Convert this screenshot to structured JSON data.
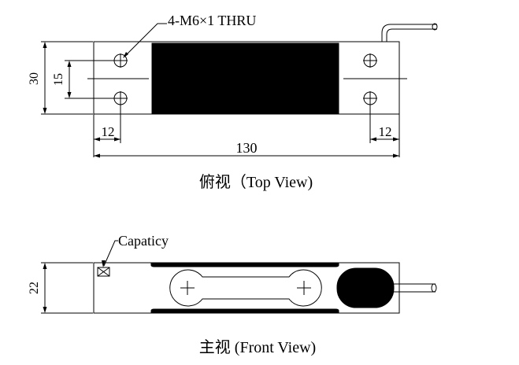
{
  "top_view": {
    "hole_callout": "4-M6×1 THRU",
    "dim_height": "30",
    "dim_hole_pitch": "15",
    "dim_left_offset": "12",
    "dim_right_offset": "12",
    "dim_length": "130",
    "caption": "俯视（Top View)"
  },
  "front_view": {
    "capacity_label": "Capaticy",
    "dim_height": "22",
    "caption": "主视  (Front View)"
  },
  "colors": {
    "line": "#000000",
    "fill_dark": "#000000",
    "background": "#ffffff"
  }
}
